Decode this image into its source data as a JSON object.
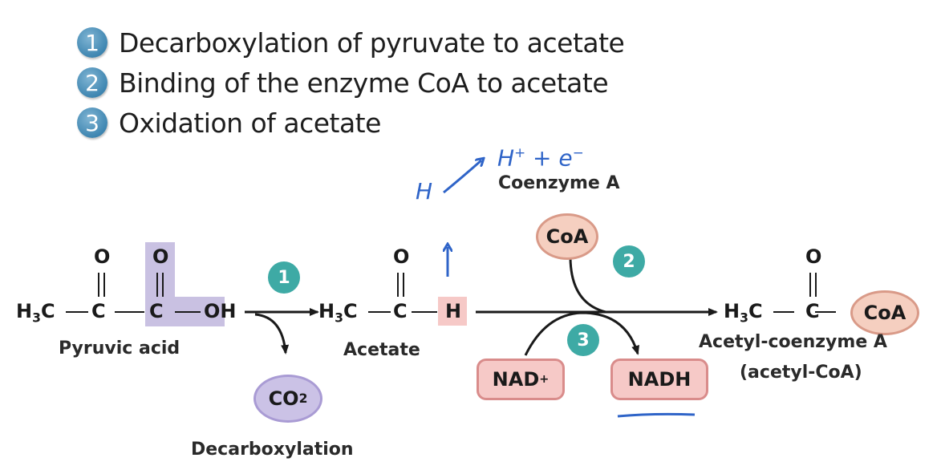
{
  "steps": [
    {
      "number": "1",
      "text": "Decarboxylation of pyruvate to acetate"
    },
    {
      "number": "2",
      "text": "Binding of the enzyme CoA to acetate"
    },
    {
      "number": "3",
      "text": "Oxidation of acetate"
    }
  ],
  "molecules": {
    "pyruvic_acid": {
      "label": "Pyruvic acid",
      "h3c": "H",
      "c1": "C",
      "c2": "C",
      "oh": "OH",
      "o1": "O",
      "o2": "O"
    },
    "acetate": {
      "label": "Acetate",
      "h3c": "H",
      "c": "C",
      "h": "H",
      "o": "O"
    },
    "acetyl_coa": {
      "label": "Acetyl-coenzyme A",
      "sublabel": "(acetyl-CoA)",
      "h3c": "H",
      "c": "C",
      "o": "O",
      "coa": "CoA"
    }
  },
  "reactants": {
    "co2": "CO",
    "co2_sub": "2",
    "decarboxylation_label": "Decarboxylation",
    "coenzyme_a_label": "Coenzyme A",
    "coa": "CoA",
    "nad": "NAD",
    "nad_sup": "+",
    "nadh": "NADH"
  },
  "badges": [
    "1",
    "2",
    "3"
  ],
  "annotations": {
    "h": "H",
    "h_plus": "H",
    "h_plus_sup": "+",
    "plus": "+",
    "e": "e",
    "e_sup": "−"
  },
  "colors": {
    "step_bullet": "#3f86b1",
    "badge": "#3eaaa5",
    "highlight_purple": "#c9c1e2",
    "highlight_pink": "#f6c9c7",
    "handwriting": "#2f64c8"
  }
}
